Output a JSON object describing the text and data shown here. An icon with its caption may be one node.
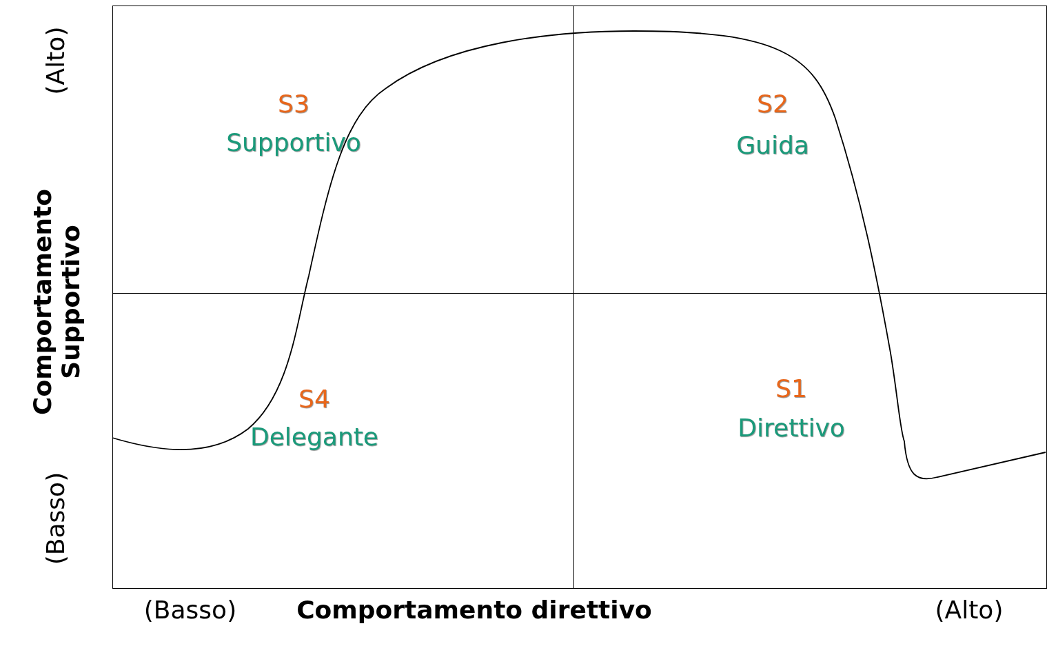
{
  "diagram": {
    "nodes": [
      {
        "text": [
          "S3",
          "Supportivo"
        ]
      },
      {
        "text": [
          "S2",
          "Guida"
        ]
      },
      {
        "text": [
          "S4",
          "Delegante"
        ]
      },
      {
        "text": [
          "S1",
          "Direttivo"
        ]
      }
    ],
    "labels": [
      "(Alto)",
      "Comportamento Supportivo",
      "(Basso)",
      "(Basso)",
      "Comportamento direttivo",
      "(Alto)"
    ]
  }
}
